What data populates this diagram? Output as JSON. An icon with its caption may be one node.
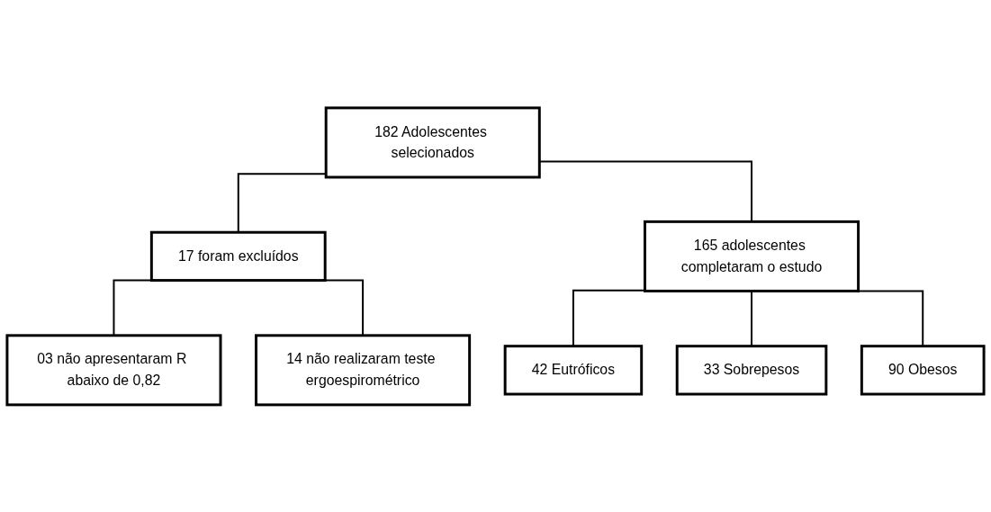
{
  "diagram": {
    "nodes": [
      {
        "text": [
          "182 Adolescentes selecionados"
        ]
      },
      {
        "text": [
          "17 foram excluídos"
        ]
      },
      {
        "text": [
          "165 adolescentes completaram o estudo"
        ]
      },
      {
        "text": [
          "03 não apresentaram R abaixo de 0,82"
        ]
      },
      {
        "text": [
          "14 não realizaram teste ergoespirométrico"
        ]
      },
      {
        "text": [
          "42 Eutróficos"
        ]
      },
      {
        "text": [
          "33 Sobrepesos"
        ]
      },
      {
        "text": [
          "90 Obesos"
        ]
      }
    ],
    "edges": [
      {
        "from": 0,
        "to": 1,
        "arrow": "none"
      },
      {
        "from": 0,
        "to": 2,
        "arrow": "none"
      },
      {
        "from": 1,
        "to": 3,
        "arrow": "none"
      },
      {
        "from": 1,
        "to": 4,
        "arrow": "none"
      },
      {
        "from": 2,
        "to": 5,
        "arrow": "none"
      },
      {
        "from": 2,
        "to": 6,
        "arrow": "none"
      },
      {
        "from": 2,
        "to": 7,
        "arrow": "none"
      }
    ]
  }
}
